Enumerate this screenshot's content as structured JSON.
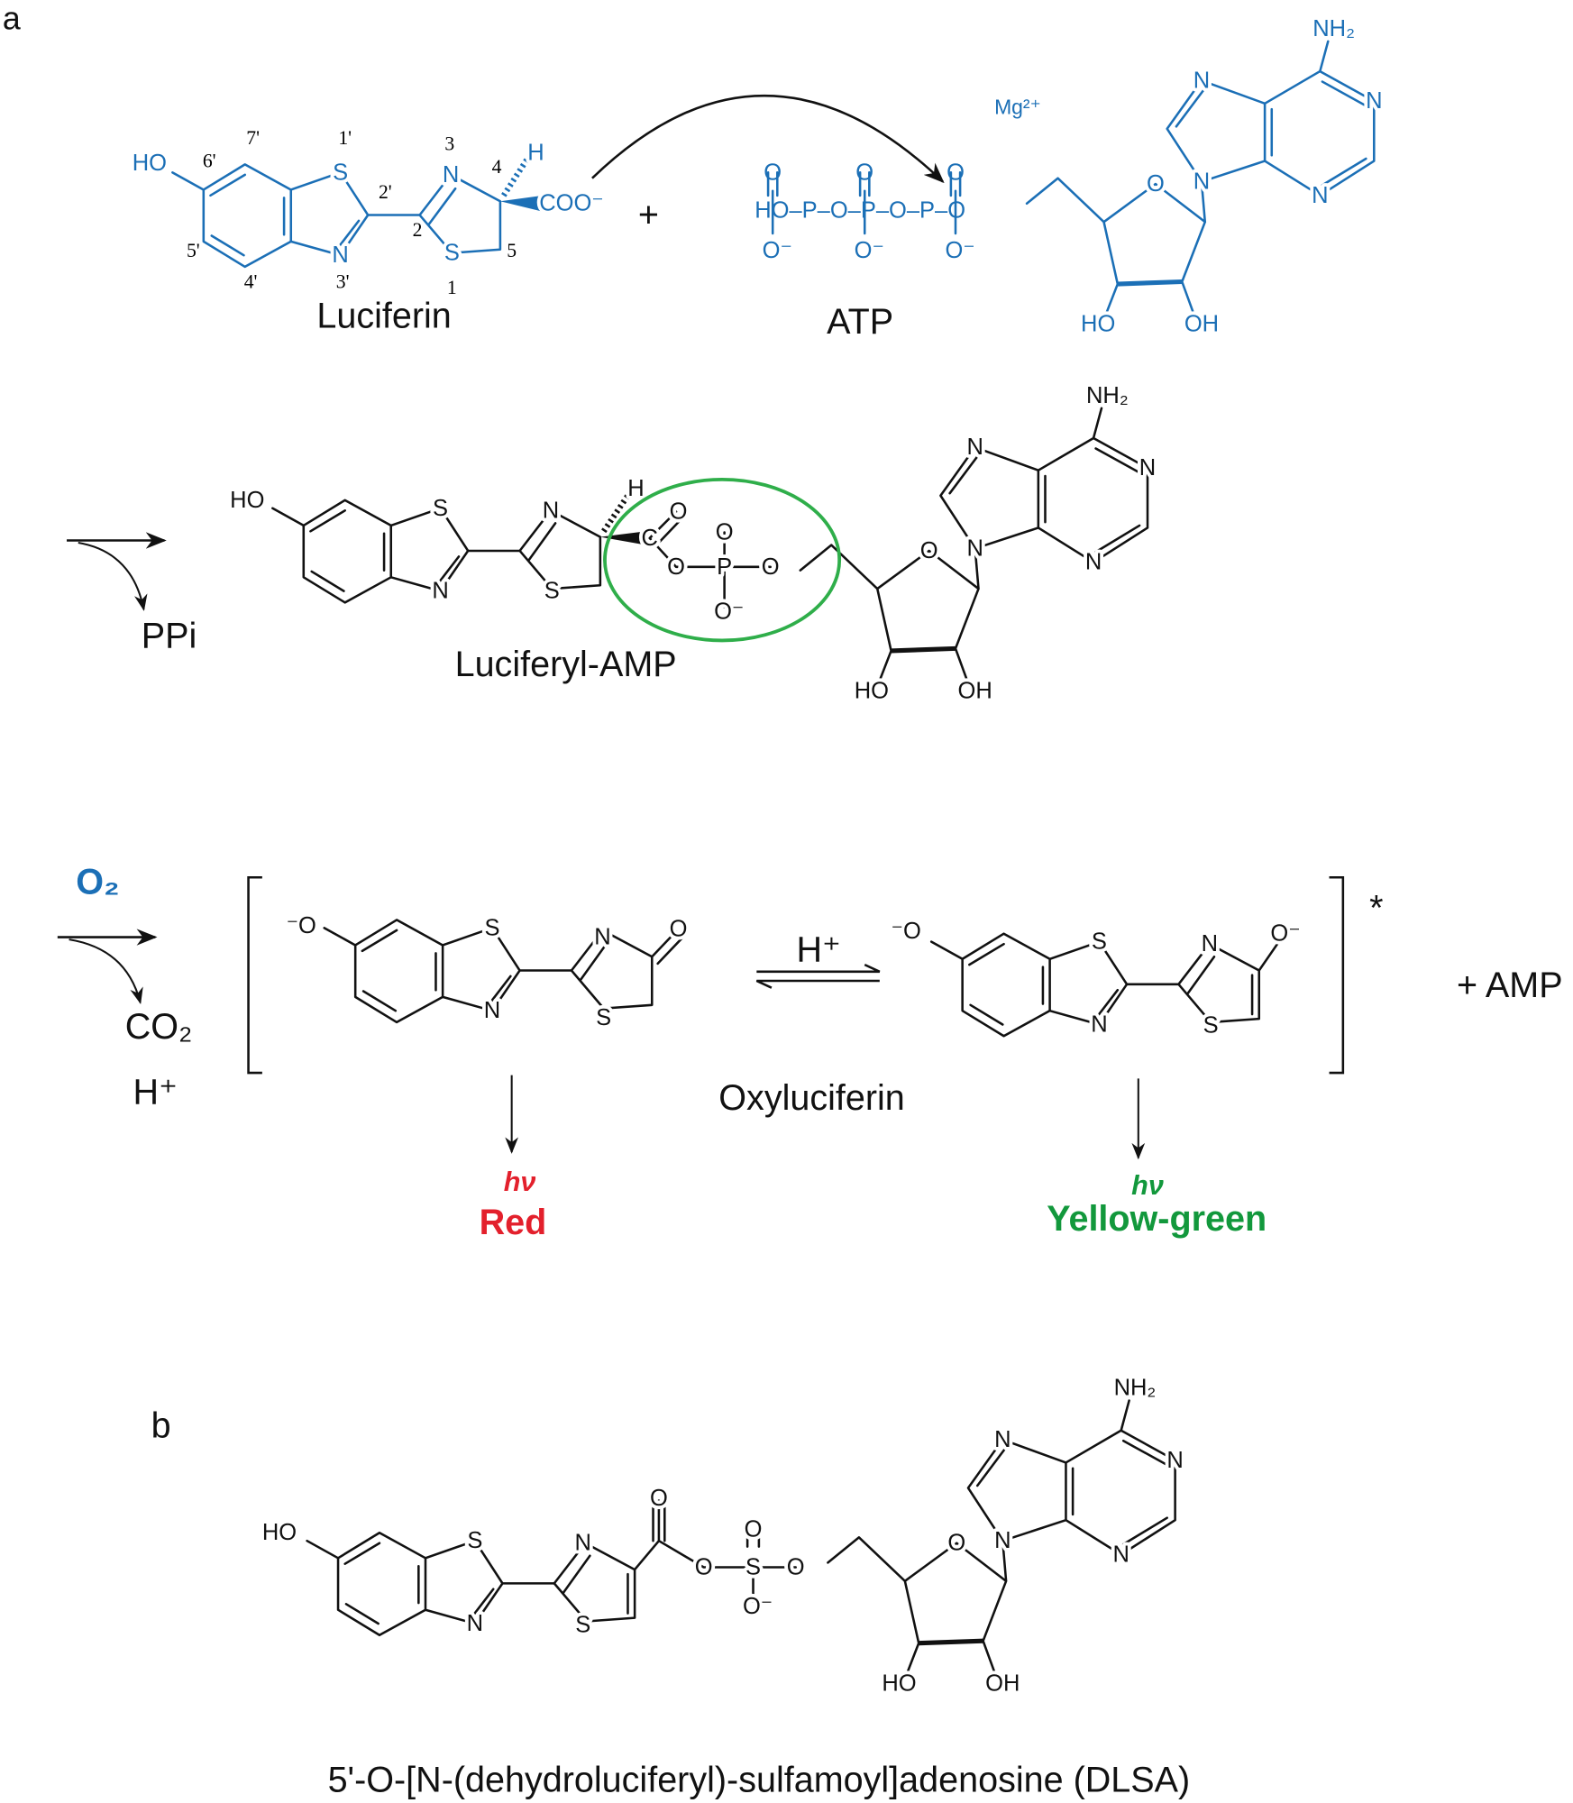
{
  "panel_labels": {
    "a": "a",
    "b": "b"
  },
  "atoms": {
    "O": "O",
    "N": "N",
    "S": "S",
    "P": "P",
    "C": "C",
    "H": "H",
    "HO": "HO",
    "OH": "OH",
    "NH2": "NH₂",
    "O_minus": "O⁻",
    "minus_O": "⁻O"
  },
  "luciferin": {
    "name": "Luciferin",
    "coo": "COO⁻",
    "numbering": [
      "7'",
      "1'",
      "6'",
      "3",
      "4",
      "2'",
      "2",
      "5",
      "5'",
      "4'",
      "3'",
      "1"
    ]
  },
  "plus": "+",
  "atp": {
    "name": "ATP",
    "chain": "HO–P–O–P–O–P–O",
    "mg": "Mg²⁺"
  },
  "step1": {
    "byproduct": "PPi",
    "product": "Luciferyl-AMP"
  },
  "step2": {
    "reagent": "O₂",
    "byproduct_1": "CO₂",
    "byproduct_2": "H⁺",
    "equilibrium_label": "H⁺",
    "product": "Oxyluciferin",
    "excited_mark": "*",
    "extra": "+ AMP"
  },
  "emission": {
    "red": {
      "symbol": "hν",
      "label": "Red",
      "color": "#e3202c"
    },
    "green": {
      "symbol": "hν",
      "label": "Yellow-green",
      "color": "#12983c"
    }
  },
  "highlight_color": "#2fae4a",
  "dlsa": {
    "caption": "5'-O-[N-(dehydroluciferyl)-sulfamoyl]adenosine (DLSA)"
  }
}
